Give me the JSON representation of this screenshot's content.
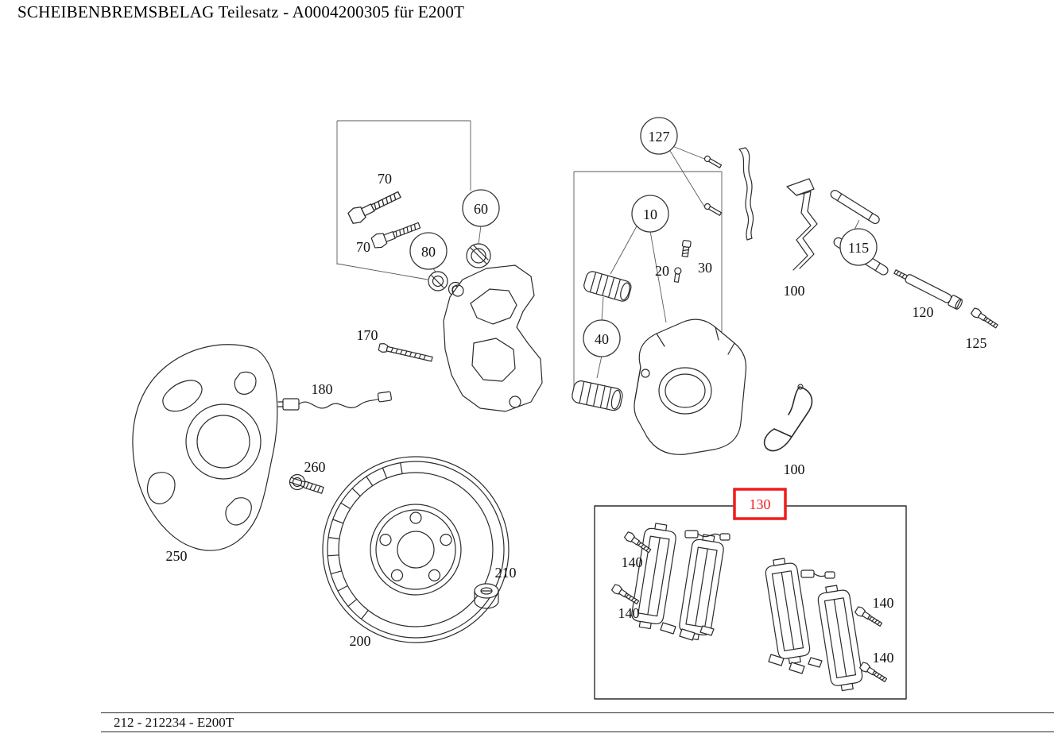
{
  "header": {
    "title": "SCHEIBENBREMSBELAG Teilesatz - A0004200305 für E200T"
  },
  "footer": {
    "reference": "212 - 212234 - E200T"
  },
  "colors": {
    "highlight": "#ee1c1c",
    "line": "#2b2b2b",
    "background": "#ffffff"
  },
  "diagram": {
    "selected_part": "130",
    "labels": {
      "l127": "127",
      "l60": "60",
      "l80": "80",
      "l10": "10",
      "l40": "40",
      "l115": "115",
      "l70a": "70",
      "l70b": "70",
      "l20": "20",
      "l30": "30",
      "l100a": "100",
      "l100b": "100",
      "l120": "120",
      "l125": "125",
      "l170": "170",
      "l180": "180",
      "l260": "260",
      "l250": "250",
      "l210": "210",
      "l200": "200",
      "l130": "130",
      "l140a": "140",
      "l140b": "140",
      "l140c": "140",
      "l140d": "140"
    }
  }
}
